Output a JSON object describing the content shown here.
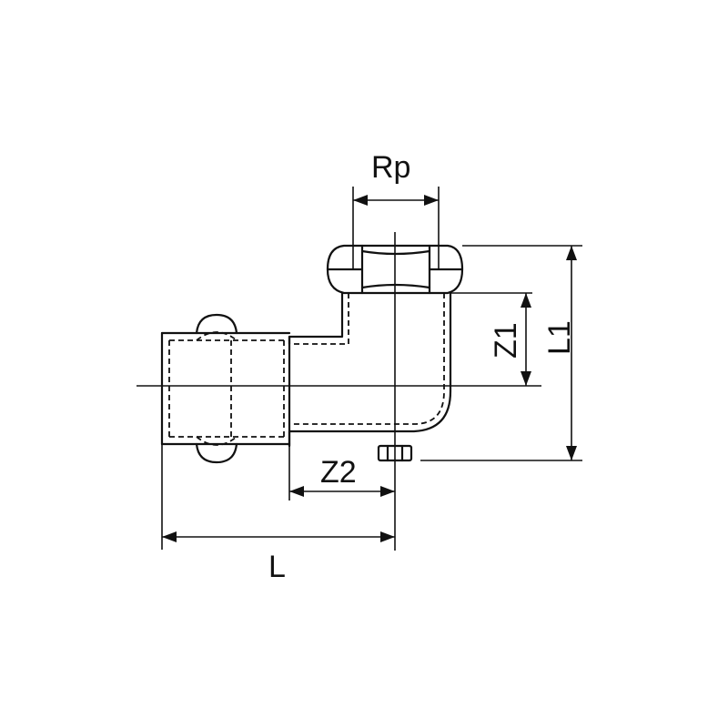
{
  "labels": {
    "rp": "Rp",
    "z1": "Z1",
    "l1": "L1",
    "z2": "Z2",
    "l": "L"
  }
}
